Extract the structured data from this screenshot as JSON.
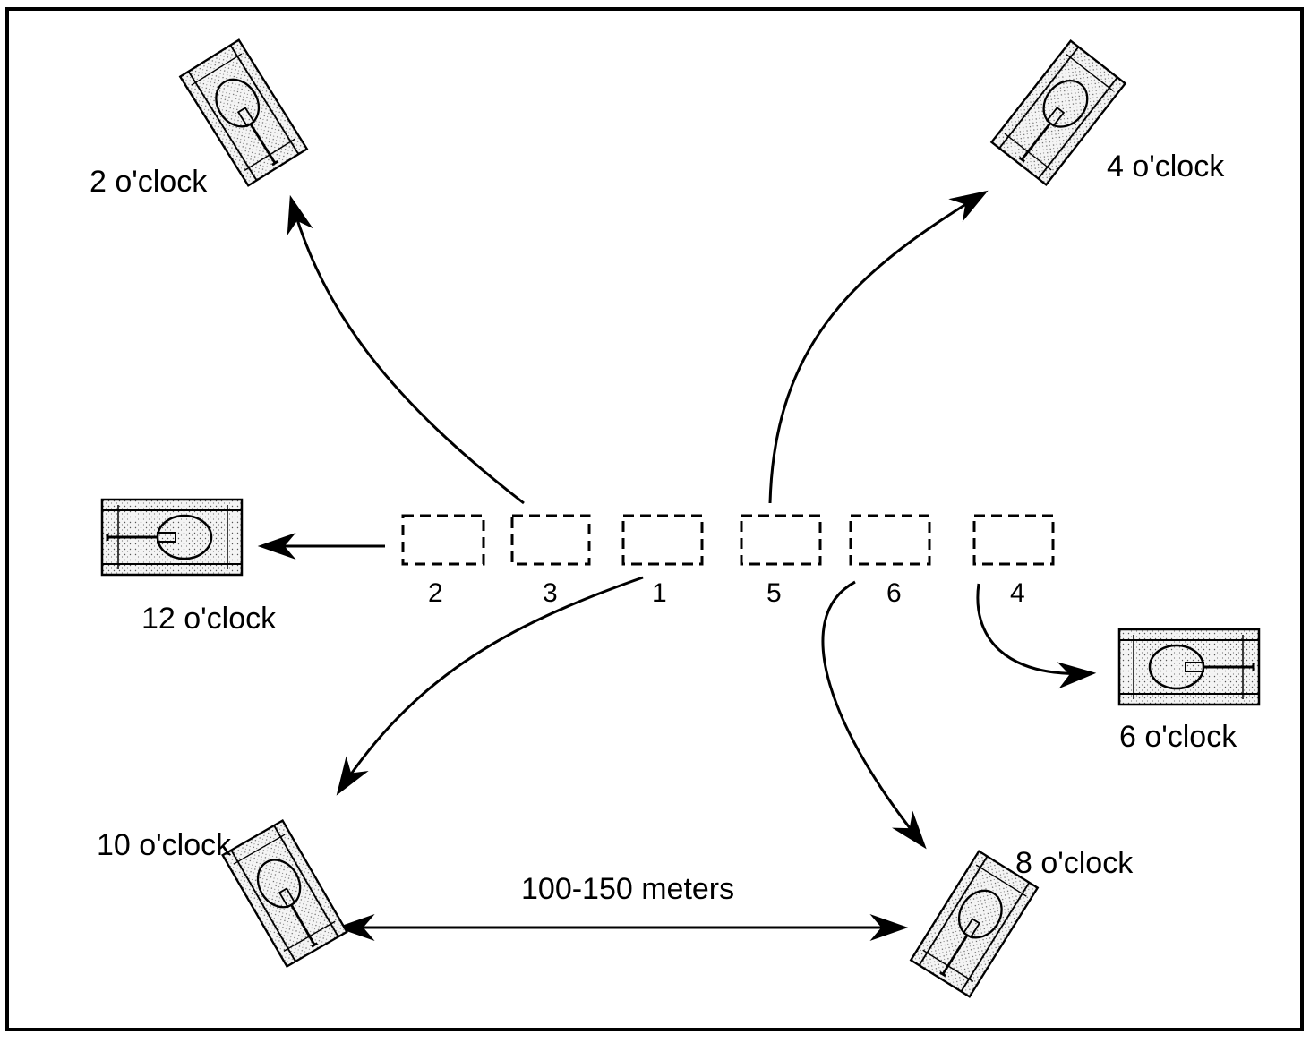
{
  "diagram": {
    "slots": [
      {
        "id": "slot-2",
        "label": "2"
      },
      {
        "id": "slot-3",
        "label": "3"
      },
      {
        "id": "slot-1",
        "label": "1"
      },
      {
        "id": "slot-5",
        "label": "5"
      },
      {
        "id": "slot-6",
        "label": "6"
      },
      {
        "id": "slot-4",
        "label": "4"
      }
    ],
    "positions": {
      "two": "2 o'clock",
      "four": "4 o'clock",
      "six": "6 o'clock",
      "eight": "8 o'clock",
      "ten": "10 o'clock",
      "twelve": "12 o'clock"
    },
    "distance": "100-150 meters",
    "colors": {
      "line": "#000000",
      "tank_fill": "#f2f2f2",
      "background": "#ffffff"
    }
  }
}
